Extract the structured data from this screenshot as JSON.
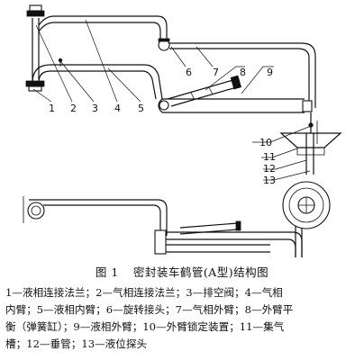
{
  "figure": {
    "number": "图 1",
    "title": "密封装车鹤管(A型)结构图"
  },
  "callouts": [
    "1",
    "2",
    "3",
    "4",
    "5",
    "6",
    "7",
    "8",
    "9",
    "10",
    "11",
    "12",
    "13"
  ],
  "legend": {
    "line1": "1—液相连接法兰；2—气相连接法兰；3—排空阀；4—气相",
    "line2": "内臂；5—液相内臂；6—旋转接头；7—气相外臂；8—外臂平",
    "line3": "衡（弹簧缸）；9—液相外臂；10—外臂锁定装置；11—集气",
    "line4": "槽；12—垂管；13—液位探头"
  }
}
